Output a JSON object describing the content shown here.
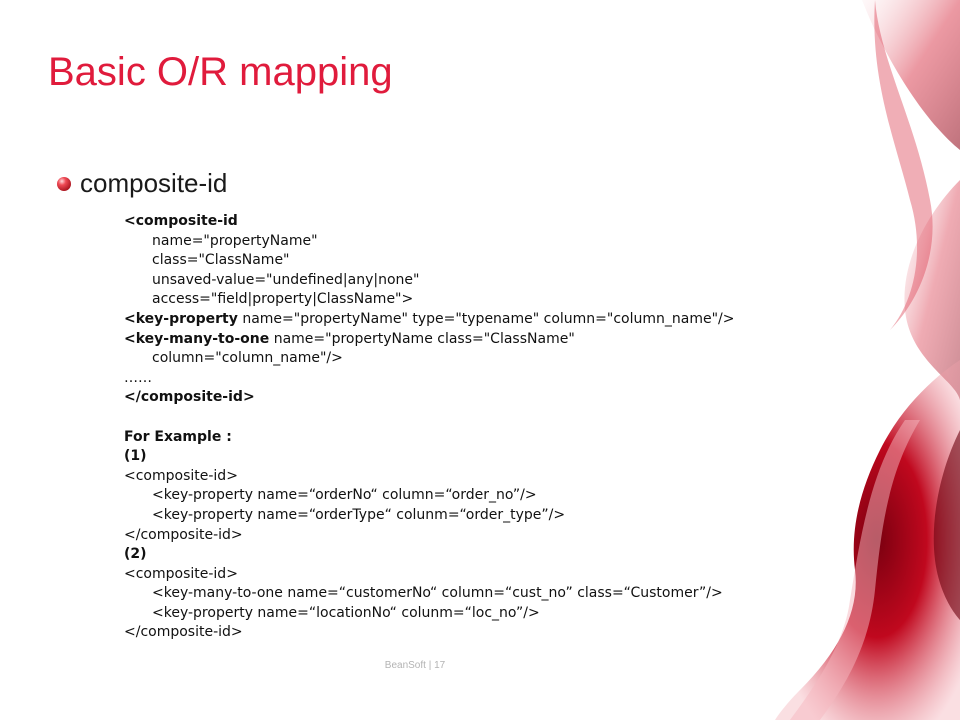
{
  "slide": {
    "title": "Basic O/R mapping",
    "bullet": "composite-id",
    "code": {
      "open_tag": "<composite-id",
      "attr_name": "name=\"propertyName\"",
      "attr_class": "class=\"ClassName\"",
      "attr_unsaved": "unsaved-value=\"undefined|any|none\"",
      "attr_access": "access=\"field|property|ClassName\">",
      "key_property_tag": "<key-property",
      "key_property_rest": " name=\"propertyName\" type=\"typename\" column=\"column_name\"/>",
      "many_to_one_tag": "<key-many-to-one",
      "many_to_one_rest": " name=\"propertyName class=\"ClassName\"",
      "many_to_one_column": "column=\"column_name\"/>",
      "ellipsis": "……",
      "close_tag": "</composite-id>"
    },
    "example": {
      "heading": "For Example :",
      "ex1_label": "(1)",
      "ex1_open": "<composite-id>",
      "ex1_line1": "<key-property name=“orderNo“ column=“order_no”/>",
      "ex1_line2": "<key-property name=“orderType“ colunm=“order_type”/>",
      "ex1_close": "</composite-id>",
      "ex2_label": "(2)",
      "ex2_open": "<composite-id>",
      "ex2_line1": "<key-many-to-one name=“customerNo“ column=“cust_no” class=“Customer”/>",
      "ex2_line2": "<key-property name=“locationNo“ colunm=“loc_no”/>",
      "ex2_close": "</composite-id>"
    },
    "footer": "BeanSoft  |  17"
  },
  "colors": {
    "title": "#e01b3c",
    "smoke": "#c0081e",
    "footer": "#b3b3b3"
  }
}
